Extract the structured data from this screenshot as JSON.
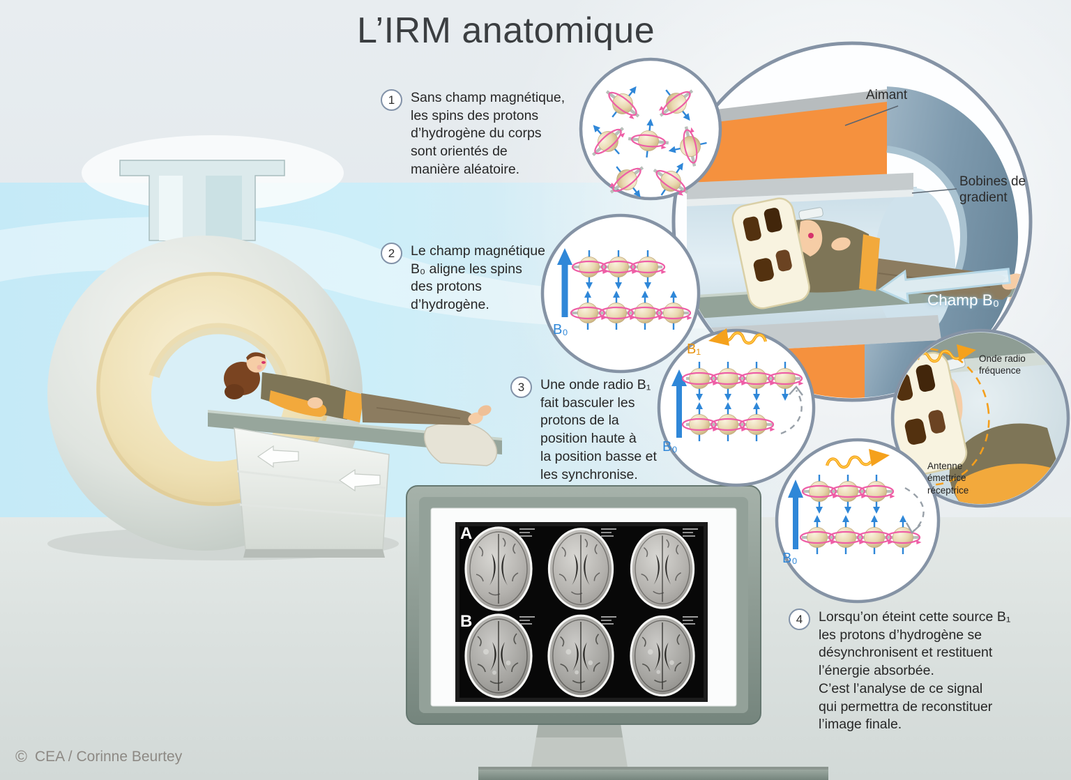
{
  "title": "L’IRM anatomique",
  "steps": [
    {
      "number": "1",
      "text": "Sans champ magnétique,\nles spins des protons\nd’hydrogène du corps\nsont orientés de\nmanière aléatoire."
    },
    {
      "number": "2",
      "text": "Le champ magnétique\nB₀ aligne les spins\ndes protons\nd’hydrogène."
    },
    {
      "number": "3",
      "text": "Une onde radio B₁\nfait basculer les\nprotons de la\nposition haute à\nla position basse et\nles synchronise."
    },
    {
      "number": "4",
      "text": "Lorsqu’on éteint cette source B₁\nles protons d’hydrogène se\ndésynchronisent et restituent\nl’énergie absorbée.\nC’est l’analyse de ce signal\nqui permettra de reconstituer\nl’image finale."
    }
  ],
  "machine_labels": {
    "aimant": "Aimant",
    "bobines_de_gradient": "Bobines de\ngradient",
    "champ_b0": "Champ B₀"
  },
  "physics_labels": {
    "b0": "B₀",
    "b1": "B₁",
    "onde_radio": "Onde radio\nfréquence",
    "antenne": "Antenne\némettrice\nréceptrice"
  },
  "scan": {
    "row_a": "A",
    "row_b": "B"
  },
  "credit": {
    "symbol": "©",
    "text": "CEA / Corinne Beurtey"
  },
  "colors": {
    "magnet_orange": "#f5913e",
    "gradient_coil_blue": "#7f9cb0",
    "spin_ring_pink": "#ee5ea6",
    "spin_arrow_blue": "#2f87d8",
    "radio_wave_orange": "#f59f1c",
    "band_cyan": "#c8ecf8",
    "patient_shirt_olive": "#7e7557",
    "patient_sleeve_yellow": "#f2a93c"
  }
}
